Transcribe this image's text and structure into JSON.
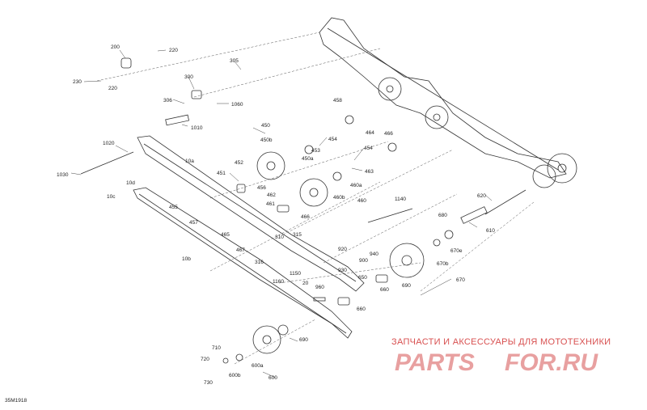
{
  "diagram": {
    "part_labels": [
      "200",
      "220",
      "230",
      "220",
      "305",
      "300",
      "306",
      "1060",
      "1010",
      "1020",
      "1030",
      "10a",
      "10d",
      "10c",
      "455",
      "457",
      "465",
      "467",
      "316",
      "10b",
      "450",
      "450b",
      "453",
      "454",
      "451",
      "452",
      "456",
      "450a",
      "458",
      "464",
      "466",
      "454",
      "463",
      "460a",
      "461",
      "462",
      "460b",
      "466",
      "310",
      "315",
      "460",
      "1140",
      "620",
      "680",
      "610",
      "670e",
      "670b",
      "670",
      "920",
      "940",
      "900",
      "930",
      "650",
      "660",
      "690",
      "1150",
      "1160",
      "20",
      "960",
      "660",
      "710",
      "720",
      "730",
      "600b",
      "600a",
      "600",
      "690"
    ],
    "drawing_code": "35M1918"
  },
  "watermark": {
    "line1": "ЗАПЧАСТИ И АКСЕССУАРЫ ДЛЯ МОТОТЕХНИКИ",
    "brand_left": "PARTS",
    "brand_right": "FOR.RU",
    "colors": {
      "text": "#d85050",
      "brand": "#e8a0a0"
    }
  }
}
